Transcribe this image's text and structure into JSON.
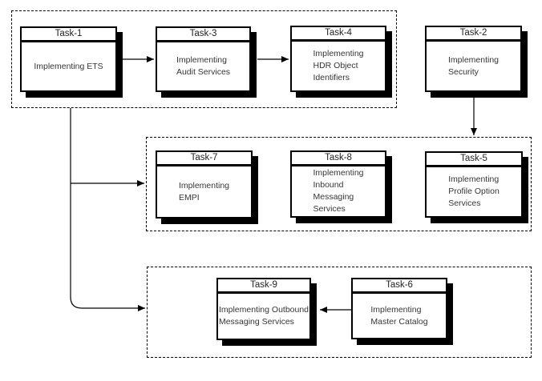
{
  "diagram": {
    "tasks": [
      {
        "id": "Task-1",
        "label": "Implementing ETS"
      },
      {
        "id": "Task-3",
        "label": "Implementing\nAudit Services"
      },
      {
        "id": "Task-4",
        "label": "Implementing\nHDR Object\nIdentifiers"
      },
      {
        "id": "Task-2",
        "label": "Implementing\nSecurity"
      },
      {
        "id": "Task-7",
        "label": "Implementing\nEMPI"
      },
      {
        "id": "Task-8",
        "label": "Implementing\nInbound\nMessaging\nServices"
      },
      {
        "id": "Task-5",
        "label": "Implementing\nProfile Option\nServices"
      },
      {
        "id": "Task-9",
        "label": "Implementing Outbound\nMessaging Services"
      },
      {
        "id": "Task-6",
        "label": "Implementing\nMaster Catalog"
      }
    ],
    "connections": [
      {
        "from": "Task-1",
        "to": "Task-3"
      },
      {
        "from": "Task-3",
        "to": "Task-4"
      },
      {
        "from": "Task-2",
        "to": "group-middle"
      },
      {
        "from": "group-top",
        "to": "group-middle"
      },
      {
        "from": "group-top",
        "to": "group-bottom"
      },
      {
        "from": "Task-6",
        "to": "Task-9"
      }
    ],
    "colors": {
      "line": "#000000",
      "box_border": "#000000",
      "box_background": "#ffffff",
      "shadow": "#000000",
      "text": "#363636",
      "background": "#ffffff"
    }
  }
}
